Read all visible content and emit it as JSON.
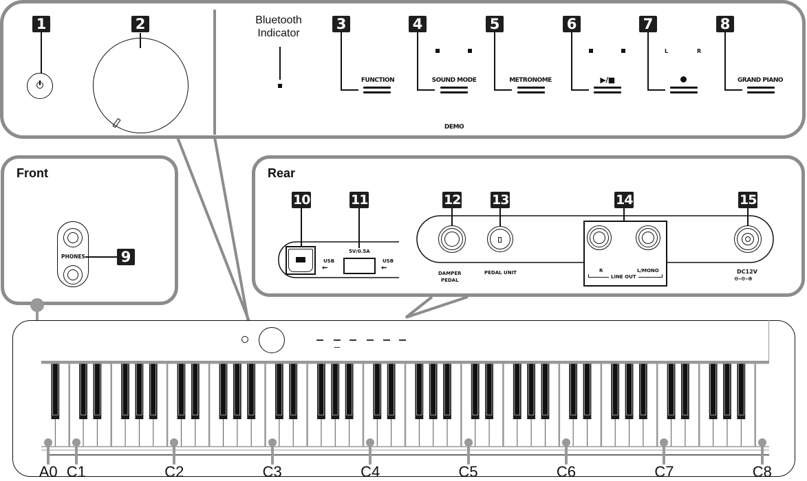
{
  "top_panel": {
    "items": [
      {
        "num": "1",
        "name": "power-button"
      },
      {
        "num": "2",
        "name": "volume-knob"
      },
      {
        "num": "3",
        "label": "FUNCTION"
      },
      {
        "num": "4",
        "label": "SOUND MODE",
        "sublabel": "DEMO"
      },
      {
        "num": "5",
        "label": "METRONOME"
      },
      {
        "num": "6",
        "label": "▶/■"
      },
      {
        "num": "7",
        "label": "●",
        "led_labels": [
          "L",
          "R"
        ]
      },
      {
        "num": "8",
        "label": "GRAND PIANO"
      }
    ],
    "bluetooth_label_line1": "Bluetooth",
    "bluetooth_label_line2": "Indicator"
  },
  "front_panel": {
    "title": "Front",
    "items": [
      {
        "num": "9",
        "label": "PHONES"
      }
    ]
  },
  "rear_panel": {
    "title": "Rear",
    "items": [
      {
        "num": "10",
        "label": "USB"
      },
      {
        "num": "11",
        "label": "USB",
        "rating": "5V/0.5A"
      },
      {
        "num": "12",
        "label_line1": "DAMPER",
        "label_line2": "PEDAL"
      },
      {
        "num": "13",
        "label": "PEDAL UNIT"
      },
      {
        "num": "14",
        "label_r": "R",
        "label_l": "L/MONO",
        "group_label": "LINE OUT"
      },
      {
        "num": "15",
        "label": "DC12V",
        "polarity": "⊖-⊙-⊕"
      }
    ]
  },
  "keyboard": {
    "key_labels": [
      "A0",
      "C1",
      "C2",
      "C3",
      "C4",
      "C5",
      "C6",
      "C7",
      "C8"
    ]
  }
}
